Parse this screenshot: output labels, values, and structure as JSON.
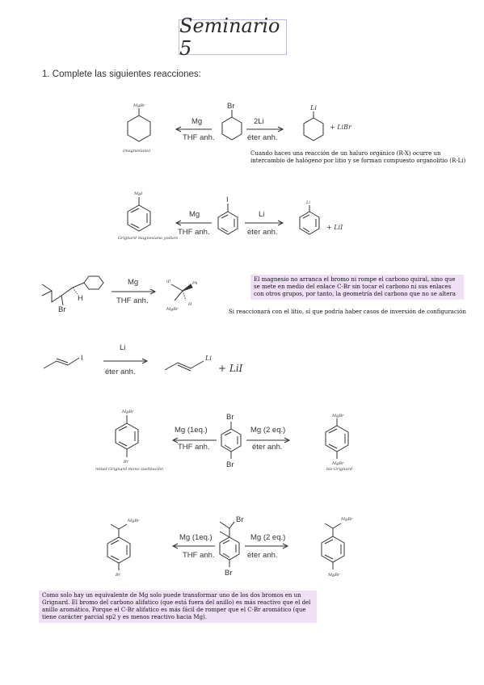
{
  "title": "Seminario 5",
  "question": "1.   Complete las siguientes reacciones:",
  "r1": {
    "reactant_sub": "Br",
    "reagent_left_top": "Mg",
    "reagent_left_bottom": "THF anh.",
    "reagent_right_top": "2Li",
    "reagent_right_bottom": "éter anh.",
    "product_left_sub": "MgBr",
    "product_left_name": "(magnesiano)",
    "product_right_sub": "Li",
    "product_right_extra": "+ LiBr",
    "note": "Cuando haces una reacción de un haluro orgánico (R-X) ocurre un intercambio de halógeno por litio y se forman compuesto organolitio (R-Li)"
  },
  "r2": {
    "reactant_sub": "I",
    "reagent_left_top": "Mg",
    "reagent_left_bottom": "THF anh.",
    "reagent_right_top": "Li",
    "reagent_right_bottom": "éter anh.",
    "product_left_sub": "MgI",
    "product_left_name": "Grignard magnesiano yoduro",
    "product_right_sub": "Li",
    "product_right_extra": "+ LiI"
  },
  "r3": {
    "reactant_br": "Br",
    "reactant_h": "H",
    "reagent_top": "Mg",
    "reagent_bottom": "THF anh.",
    "product_labels": [
      "iP",
      "Ph",
      "H",
      "MgBr"
    ],
    "note_highlight": "El magnesio no arranca el bromo ni rompe el carbono quiral, sino que se mete en medio del enlace C-Br sin tocar el carbono ni sus enlaces con otros grupos, por tanto, la geometría del carbono que no se altera",
    "note_plain": "Si reaccionará con el litio, sí que podría haber casos de inversión de configuración"
  },
  "r4": {
    "reactant_sub": "I",
    "reagent_top": "Li",
    "reagent_bottom": "éter anh.",
    "product_sub": "Li",
    "product_extra": "+ LiI"
  },
  "r5": {
    "reactant_top": "Br",
    "reactant_bottom": "Br",
    "reagent_left_top": "Mg (1eq.)",
    "reagent_left_bottom": "THF anh.",
    "reagent_right_top": "Mg (2 eq.)",
    "reagent_right_bottom": "éter anh.",
    "product_left_top": "MgBr",
    "product_left_bottom": "Br",
    "product_left_name": "mitad Grignard mono sustitución",
    "product_right_top": "MgBr",
    "product_right_bottom": "MgBr",
    "product_right_name": "bis-Grignard"
  },
  "r6": {
    "reactant_top": "Br",
    "reactant_bottom": "Br",
    "reagent_left_top": "Mg (1eq.)",
    "reagent_left_bottom": "THF anh.",
    "reagent_right_top": "Mg (2 eq.)",
    "reagent_right_bottom": "éter anh.",
    "product_left_top": "MgBr",
    "product_left_bottom": "Br",
    "product_right_top": "MgBr",
    "product_right_bottom": "MgBr",
    "note": "Como solo hay un equivalente de Mg solo puede transformar uno de los dos bromos en un Grignard. El bromo del carbono alifatico (que está fuera del anillo) es más reactivo que el del anillo aromático. Porque el C-Br alifatico es más fácil de romper que el C-Br aromático (que tiene carácter parcial sp2 y es menos reactivo hacia Mg)."
  }
}
